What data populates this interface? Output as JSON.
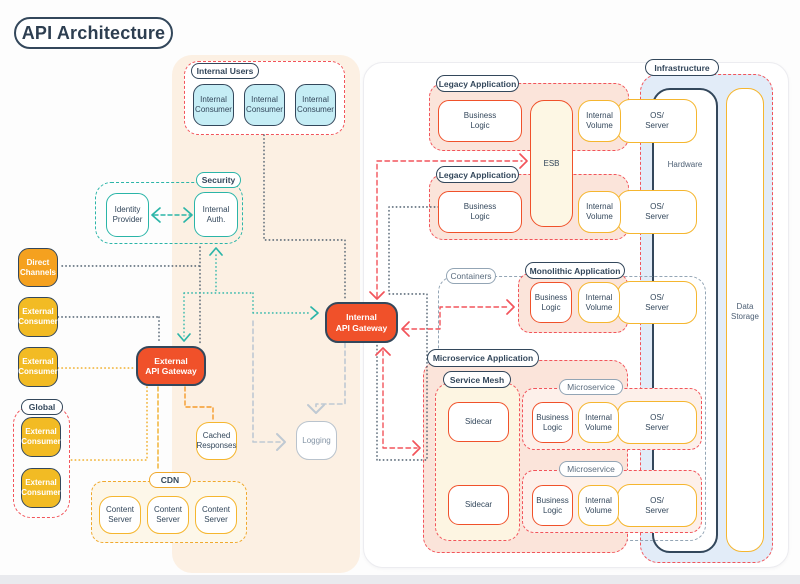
{
  "title": "API Architecture",
  "colors": {
    "navy": "#33475b",
    "red_dash": "#f2545b",
    "vermillion": "#f0512a",
    "orange": "#f5a11f",
    "gold": "#f2bb24",
    "yellow": "#f5b62f",
    "teal": "#2bb5a8",
    "cyan": "#c5edf5",
    "pink_group": "#fbe4da",
    "cream_panel": "#fcf0e3",
    "cream_box": "#fdf7e4",
    "infra_blue": "#e2ecf8",
    "gray_line": "#bfc9d3",
    "dark_dot": "#4a5b6b"
  },
  "nodes": [
    {
      "id": "direct-channels",
      "label": "Direct\nChannels",
      "kind": "orange-node"
    },
    {
      "id": "external-consumer-1",
      "label": "External\nConsumer",
      "kind": "gold-node"
    },
    {
      "id": "external-consumer-2",
      "label": "External\nConsumer",
      "kind": "gold-node"
    },
    {
      "id": "external-consumer-3",
      "label": "External\nConsumer",
      "kind": "gold-node"
    },
    {
      "id": "external-consumer-4",
      "label": "External\nConsumer",
      "kind": "gold-node"
    },
    {
      "id": "internal-consumer-1",
      "label": "Internal\nConsumer",
      "kind": "cyan-node"
    },
    {
      "id": "internal-consumer-2",
      "label": "Internal\nConsumer",
      "kind": "cyan-node"
    },
    {
      "id": "internal-consumer-3",
      "label": "Internal\nConsumer",
      "kind": "cyan-node"
    },
    {
      "id": "identity-provider",
      "label": "Identity\nProvider",
      "kind": "teal-node"
    },
    {
      "id": "internal-auth",
      "label": "Internal\nAuth.",
      "kind": "teal-node"
    },
    {
      "id": "external-api-gateway",
      "label": "External\nAPI Gateway",
      "kind": "red-gw"
    },
    {
      "id": "internal-api-gateway",
      "label": "Internal\nAPI Gateway",
      "kind": "red-gw"
    },
    {
      "id": "cached-responses",
      "label": "Cached\nResponses",
      "kind": "plain-yellow"
    },
    {
      "id": "logging",
      "label": "Logging",
      "kind": "plain-gray"
    },
    {
      "id": "content-server-1",
      "label": "Content\nServer",
      "kind": "plain-yellow"
    },
    {
      "id": "content-server-2",
      "label": "Content\nServer",
      "kind": "plain-yellow"
    },
    {
      "id": "content-server-3",
      "label": "Content\nServer",
      "kind": "plain-yellow"
    },
    {
      "id": "business-logic-1",
      "label": "Business\nLogic",
      "kind": "plain-red"
    },
    {
      "id": "business-logic-2",
      "label": "Business\nLogic",
      "kind": "plain-red"
    },
    {
      "id": "esb",
      "label": "ESB",
      "kind": "cream-red"
    },
    {
      "id": "os-server-1",
      "label": "OS/\nServer",
      "kind": "plain-yellow"
    },
    {
      "id": "internal-volume-1",
      "label": "Internal\nVolume",
      "kind": "plain-yellow"
    },
    {
      "id": "os-server-2",
      "label": "OS/\nServer",
      "kind": "plain-yellow"
    },
    {
      "id": "internal-volume-2",
      "label": "Internal\nVolume",
      "kind": "plain-yellow"
    },
    {
      "id": "business-logic-3",
      "label": "Business\nLogic",
      "kind": "plain-red"
    },
    {
      "id": "os-server-3",
      "label": "OS/\nServer",
      "kind": "plain-yellow"
    },
    {
      "id": "internal-volume-3",
      "label": "Internal\nVolume",
      "kind": "plain-yellow"
    },
    {
      "id": "sidecar-1",
      "label": "Sidecar",
      "kind": "plain-red"
    },
    {
      "id": "sidecar-2",
      "label": "Sidecar",
      "kind": "plain-red"
    },
    {
      "id": "business-logic-4",
      "label": "Business\nLogic",
      "kind": "plain-red"
    },
    {
      "id": "os-server-4",
      "label": "OS/\nServer",
      "kind": "plain-yellow"
    },
    {
      "id": "internal-volume-4",
      "label": "Internal\nVolume",
      "kind": "plain-yellow"
    },
    {
      "id": "business-logic-5",
      "label": "Business\nLogic",
      "kind": "plain-red"
    },
    {
      "id": "os-server-5",
      "label": "OS/\nServer",
      "kind": "plain-yellow"
    },
    {
      "id": "internal-volume-5",
      "label": "Internal\nVolume",
      "kind": "plain-yellow"
    },
    {
      "id": "hardware-label",
      "label": "Hardware",
      "kind": "band-label"
    },
    {
      "id": "data-storage-label",
      "label": "Data\nStorage",
      "kind": "band-label"
    },
    {
      "id": "pill-internal-users",
      "label": "Internal Users",
      "kind": "pill"
    },
    {
      "id": "pill-security",
      "label": "Security",
      "kind": "pill pill-teal"
    },
    {
      "id": "pill-global",
      "label": "Global",
      "kind": "pill"
    },
    {
      "id": "pill-cdn",
      "label": "CDN",
      "kind": "pill pill-yellow"
    },
    {
      "id": "pill-legacy-1",
      "label": "Legacy Application",
      "kind": "pill"
    },
    {
      "id": "pill-legacy-2",
      "label": "Legacy Application",
      "kind": "pill"
    },
    {
      "id": "pill-containers",
      "label": "Containers",
      "kind": "pill pill-gray"
    },
    {
      "id": "pill-monolithic",
      "label": "Monolithic Application",
      "kind": "pill"
    },
    {
      "id": "pill-microservice-app",
      "label": "Microservice Application",
      "kind": "pill"
    },
    {
      "id": "pill-service-mesh",
      "label": "Service Mesh",
      "kind": "pill"
    },
    {
      "id": "pill-microservice-1",
      "label": "Microservice",
      "kind": "pill pill-gray"
    },
    {
      "id": "pill-microservice-2",
      "label": "Microservice",
      "kind": "pill pill-gray"
    },
    {
      "id": "pill-infrastructure",
      "label": "Infrastructure",
      "kind": "pill"
    }
  ]
}
